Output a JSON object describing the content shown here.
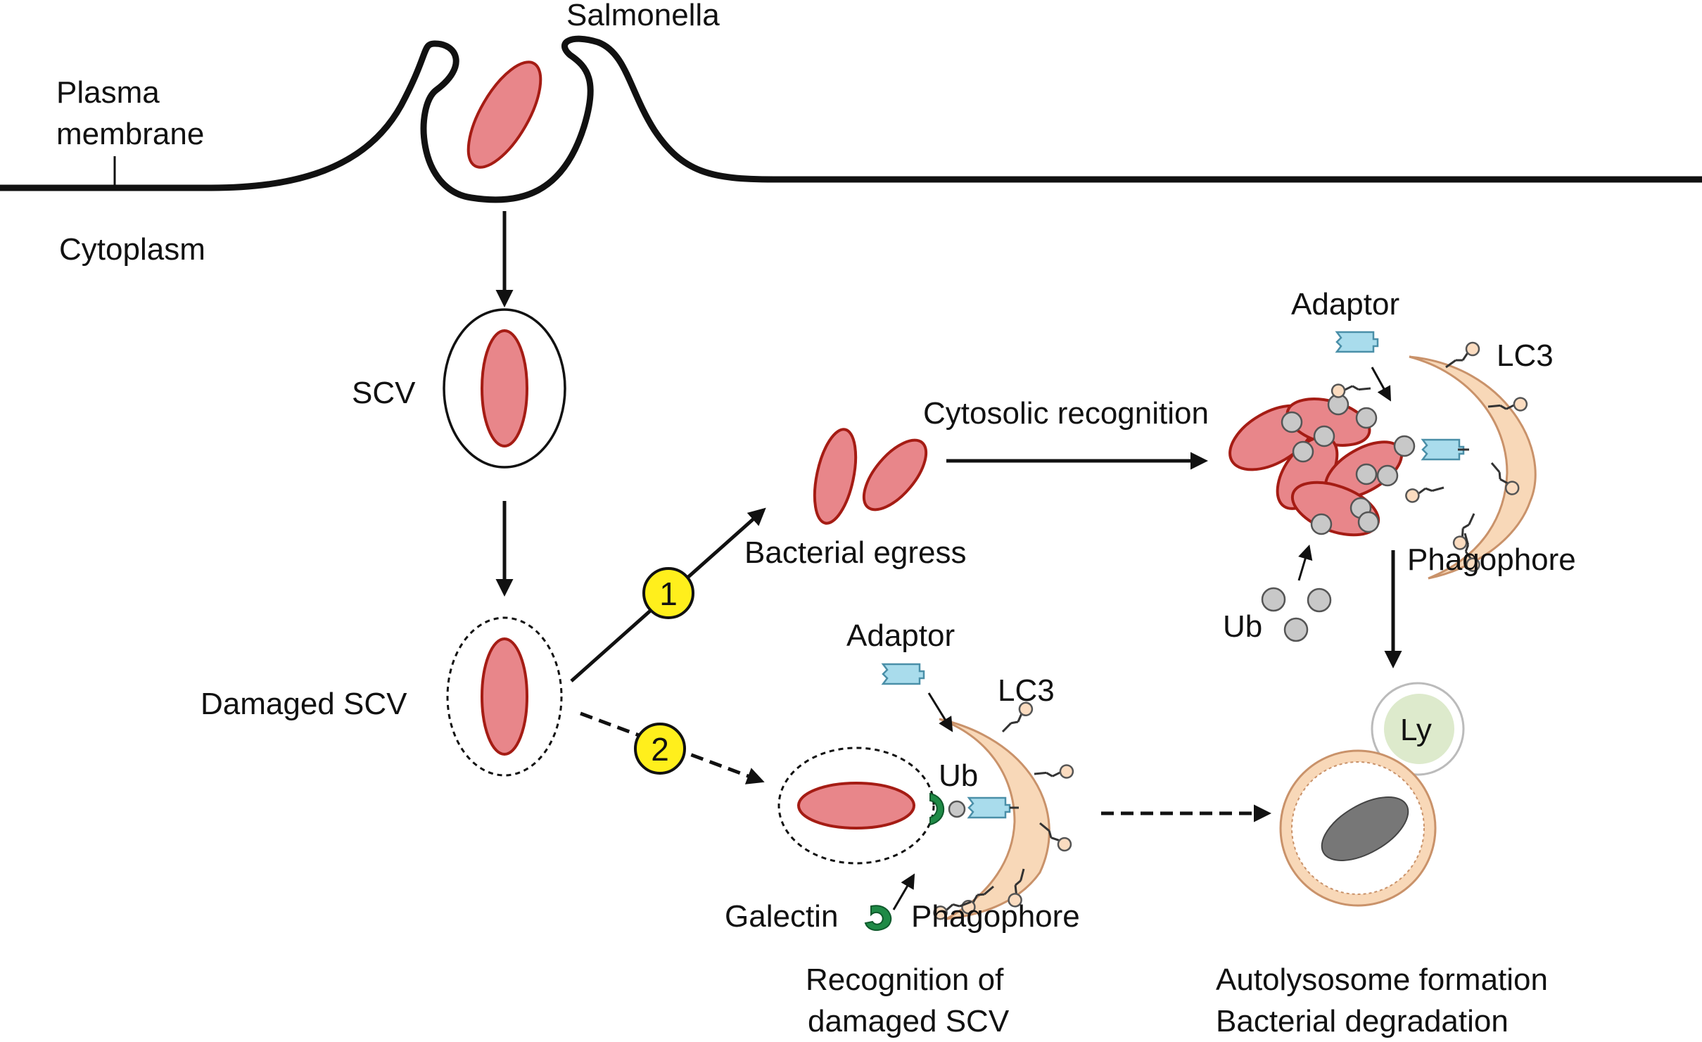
{
  "labels": {
    "salmonella": "Salmonella",
    "plasma_line1": "Plasma",
    "plasma_line2": "membrane",
    "cytoplasm": "Cytoplasm",
    "scv": "SCV",
    "damaged_scv": "Damaged SCV",
    "cytosolic_recognition": "Cytosolic recognition",
    "bacterial_egress": "Bacterial egress",
    "adaptor_top": "Adaptor",
    "lc3_top": "LC3",
    "phagophore_top": "Phagophore",
    "ub_top": "Ub",
    "adaptor_bottom": "Adaptor",
    "lc3_bottom": "LC3",
    "ub_bottom": "Ub",
    "galectin": "Galectin",
    "phagophore_bottom": "Phagophore",
    "recognition_line1": "Recognition of",
    "recognition_line2": "damaged SCV",
    "ly": "Ly",
    "autolysosome_line1": "Autolysosome formation",
    "autolysosome_line2": "Bacterial degradation",
    "pathway1": "1",
    "pathway2": "2"
  },
  "colors": {
    "bacterium_fill": "#e8868a",
    "bacterium_stroke": "#a51c14",
    "degraded_bacterium": "#777777",
    "ubiquitin": "#c8c8c8",
    "adaptor": "#a9dcec",
    "phagophore": "#f8d8b8",
    "phagophore_stroke": "#c9926a",
    "galectin": "#1f8a46",
    "lysosome": "#ddeacc",
    "badge": "#ffef1c"
  }
}
